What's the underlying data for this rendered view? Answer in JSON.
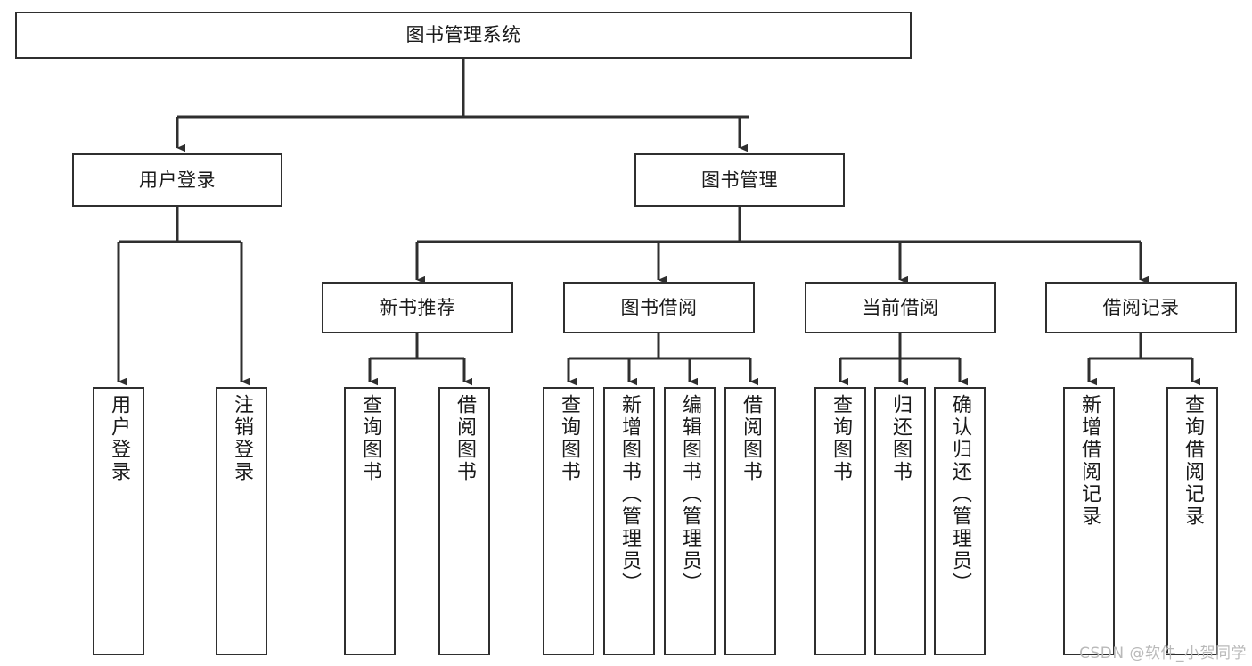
{
  "diagram": {
    "title": "图书管理系统",
    "type": "tree",
    "orientation": "top-down",
    "colors": {
      "stroke": "#2f2f2f",
      "fill": "#ffffff",
      "text": "#1a1a1a",
      "watermark": "#b9b9b9"
    },
    "nodes": {
      "root": {
        "label": "图书管理系统"
      },
      "level1": [
        {
          "id": "user-login",
          "label": "用户登录"
        },
        {
          "id": "book-manage",
          "label": "图书管理"
        }
      ],
      "level2": [
        {
          "id": "new-book-recommend",
          "label": "新书推荐"
        },
        {
          "id": "book-borrow",
          "label": "图书借阅"
        },
        {
          "id": "current-borrow",
          "label": "当前借阅"
        },
        {
          "id": "borrow-record",
          "label": "借阅记录"
        }
      ],
      "leaves": {
        "user-login": [
          {
            "id": "leaf-user-login",
            "label": "用户登录"
          },
          {
            "id": "leaf-logout-login",
            "label": "注销登录"
          }
        ],
        "new-book-recommend": [
          {
            "id": "leaf-query-book-1",
            "label": "查询图书"
          },
          {
            "id": "leaf-borrow-book-1",
            "label": "借阅图书"
          }
        ],
        "book-borrow": [
          {
            "id": "leaf-query-book-2",
            "label": "查询图书"
          },
          {
            "id": "leaf-add-book-admin",
            "label": "新增图书（管理员）"
          },
          {
            "id": "leaf-edit-book-admin",
            "label": "编辑图书（管理员）"
          },
          {
            "id": "leaf-borrow-book-2",
            "label": "借阅图书"
          }
        ],
        "current-borrow": [
          {
            "id": "leaf-query-book-3",
            "label": "查询图书"
          },
          {
            "id": "leaf-return-book",
            "label": "归还图书"
          },
          {
            "id": "leaf-confirm-return-admin",
            "label": "确认归还（管理员）"
          }
        ],
        "borrow-record": [
          {
            "id": "leaf-add-borrow-record",
            "label": "新增借阅记录"
          },
          {
            "id": "leaf-query-borrow-record",
            "label": "查询借阅记录"
          }
        ]
      }
    },
    "watermark": "CSDN @软件_小贺同学"
  }
}
